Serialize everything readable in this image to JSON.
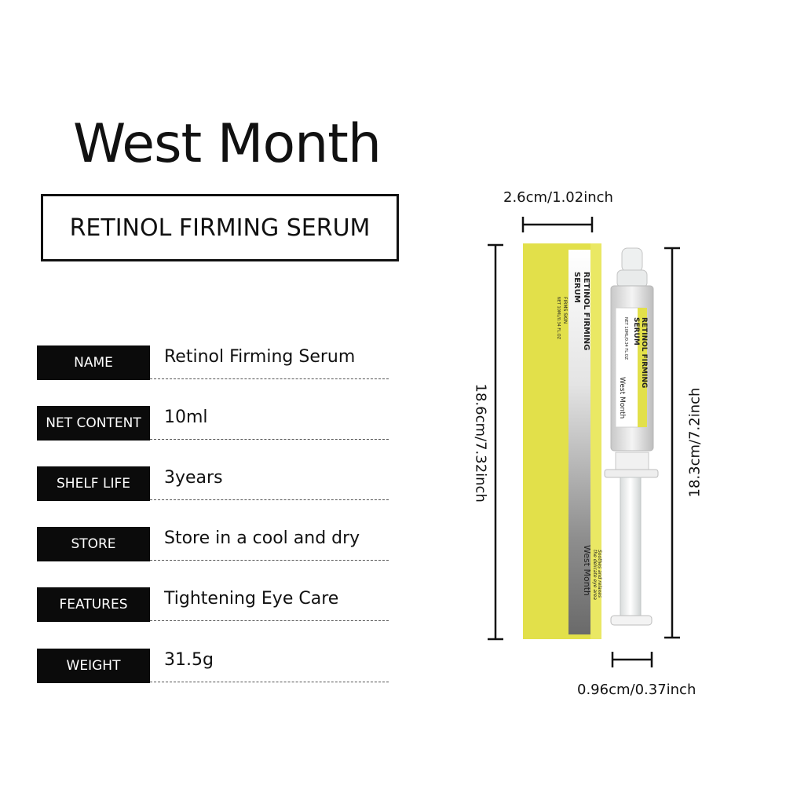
{
  "brand": "West Month",
  "product_title": "RETINOL FIRMING SERUM",
  "specs": [
    {
      "label": "NAME",
      "value": "Retinol Firming Serum"
    },
    {
      "label": "NET  CONTENT",
      "value": "10ml"
    },
    {
      "label": "SHELF LIFE",
      "value": "3years"
    },
    {
      "label": "STORE",
      "value": "Store in a cool and dry"
    },
    {
      "label": "FEATURES",
      "value": "Tightening Eye Care"
    },
    {
      "label": "WEIGHT",
      "value": "31.5g"
    }
  ],
  "dimensions": {
    "box_width": "2.6cm/1.02inch",
    "box_height": "18.6cm/7.32inch",
    "syringe_height": "18.3cm/7.2inch",
    "syringe_width": "0.96cm/0.37inch"
  },
  "package_text": {
    "name_line1": "RETINOL FIRMING",
    "name_line2": "SERUM",
    "claim": "FIRMS SKIN",
    "net": "NET 10ML/0.34 FL.OZ",
    "brand": "West Month",
    "tagline1": "Soothes and relaxes",
    "tagline2": "the delicate eye area"
  },
  "colors": {
    "accent_yellow": "#e2e04a",
    "label_bg": "#0b0b0b"
  }
}
